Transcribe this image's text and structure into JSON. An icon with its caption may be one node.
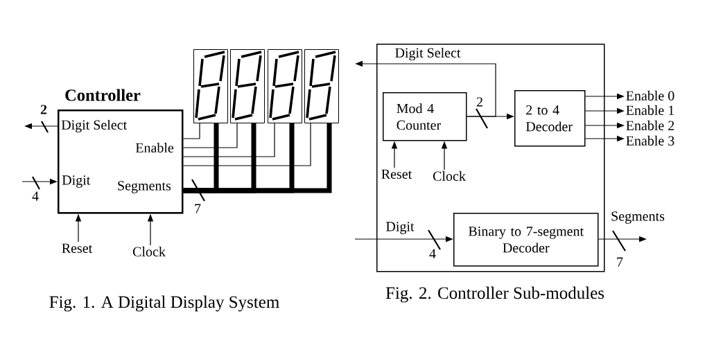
{
  "diagram": {
    "nodes": [
      {
        "text": [
          "Controller",
          "Digit Select",
          "Enable",
          "Digit",
          "Segments"
        ]
      },
      {
        "text": [],
        "shape": "box"
      },
      {
        "text": [],
        "shape": "box"
      },
      {
        "text": [],
        "shape": "box"
      },
      {
        "text": [],
        "shape": "box"
      },
      {
        "text": [
          "Reset"
        ]
      },
      {
        "text": [
          "Clock"
        ]
      },
      {
        "text": [],
        "shape": "box"
      },
      {
        "text": [
          "Mod 4 Counter"
        ],
        "in": 7
      },
      {
        "text": [
          "2 to 4 Decoder"
        ],
        "in": 7
      },
      {
        "text": [
          "Enable 0"
        ]
      },
      {
        "text": [
          "Enable 1"
        ]
      },
      {
        "text": [
          "Enable 2"
        ]
      },
      {
        "text": [
          "Enable 3"
        ]
      },
      {
        "text": [
          "Reset"
        ],
        "in": 7
      },
      {
        "text": [
          "Clock"
        ],
        "in": 7
      },
      {
        "text": [
          "Binary to 7-segment Decoder"
        ],
        "in": 7
      }
    ],
    "edges": [
      {
        "from": 0,
        "to": null,
        "arrow": "to",
        "label": "2"
      },
      {
        "from": null,
        "to": 0,
        "arrow": "to",
        "label": "4"
      },
      {
        "from": 5,
        "to": 0,
        "arrow": "to"
      },
      {
        "from": 6,
        "to": 0,
        "arrow": "to"
      },
      {
        "from": 0,
        "to": 1,
        "arrow": "none"
      },
      {
        "from": 0,
        "to": 2,
        "arrow": "none"
      },
      {
        "from": 0,
        "to": 3,
        "arrow": "none"
      },
      {
        "from": 0,
        "to": 4,
        "arrow": "none"
      },
      {
        "from": 0,
        "to": 1,
        "arrow": "none",
        "style": "thick",
        "label": "7"
      },
      {
        "from": 0,
        "to": 2,
        "arrow": "none",
        "style": "thick"
      },
      {
        "from": 0,
        "to": 3,
        "arrow": "none",
        "style": "thick"
      },
      {
        "from": 0,
        "to": 4,
        "arrow": "none",
        "style": "thick"
      },
      {
        "from": 8,
        "to": 9,
        "arrow": "to",
        "label": "2"
      },
      {
        "from": 8,
        "to": null,
        "arrow": "to",
        "label": "Digit Select"
      },
      {
        "from": 9,
        "to": 10,
        "arrow": "to"
      },
      {
        "from": 9,
        "to": 11,
        "arrow": "to"
      },
      {
        "from": 9,
        "to": 12,
        "arrow": "to"
      },
      {
        "from": 9,
        "to": 13,
        "arrow": "to"
      },
      {
        "from": 14,
        "to": 8,
        "arrow": "to"
      },
      {
        "from": 15,
        "to": 8,
        "arrow": "to"
      },
      {
        "from": null,
        "to": 16,
        "arrow": "to",
        "label": "Digit"
      },
      {
        "from": 16,
        "to": null,
        "arrow": "to",
        "label": "Segments"
      }
    ],
    "labels": [
      "4",
      "7",
      "Fig. 1. A Digital Display System",
      "Fig. 2. Controller Sub-modules"
    ]
  }
}
